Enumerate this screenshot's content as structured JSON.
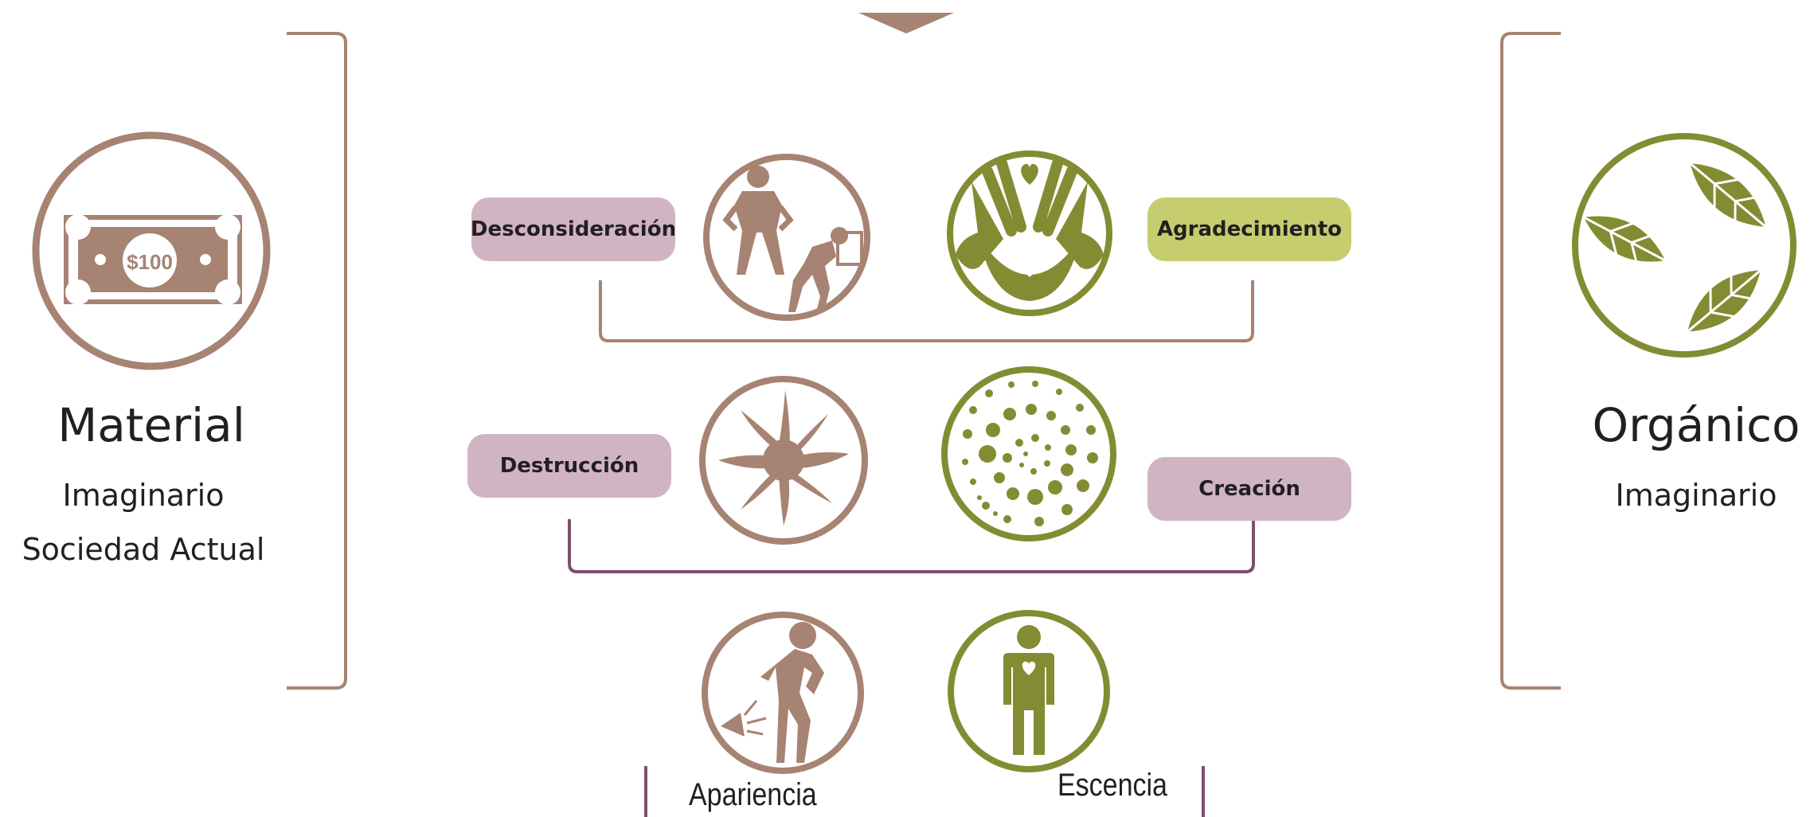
{
  "colors": {
    "brown": "#a78373",
    "olive": "#838c32",
    "plum": "#7e4f6c",
    "pink_pill": "#d1b4c4",
    "green_pill": "#c6cd6e"
  },
  "left_panel": {
    "title": "Material",
    "line1": "Imaginario",
    "line2": "Sociedad Actual",
    "icon": "money-bill-icon",
    "bill_text": "$100"
  },
  "right_panel": {
    "title": "Orgánico",
    "line1": "Imaginario",
    "icon": "leaves-icon"
  },
  "rows": [
    {
      "left_label": "Desconsideración",
      "left_icon": "bully-figure-icon",
      "right_icon": "hands-heart-icon",
      "right_label": "Agradecimiento"
    },
    {
      "left_label": "Destrucción",
      "left_icon": "burst-star-icon",
      "right_icon": "dot-spiral-icon",
      "right_label": "Creación"
    },
    {
      "left_label": "Apariencia",
      "left_icon": "posing-figure-icon",
      "right_icon": "heart-person-icon",
      "right_label": "Escencia"
    }
  ]
}
